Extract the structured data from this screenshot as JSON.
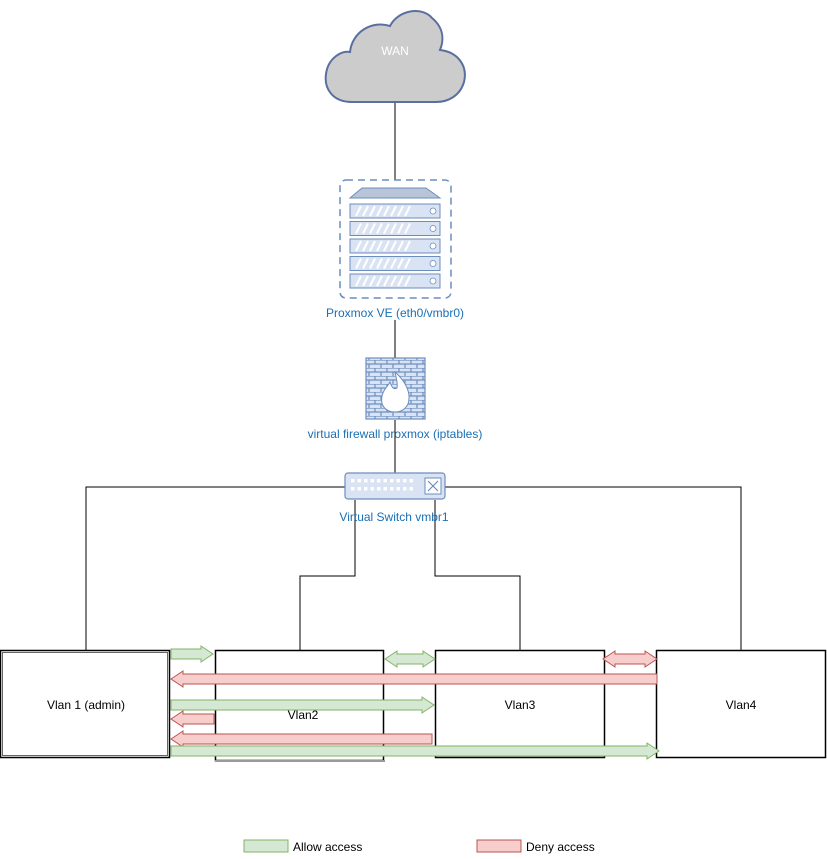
{
  "wan": {
    "label": "WAN"
  },
  "proxmox": {
    "label": "Proxmox VE (eth0/vmbr0)"
  },
  "firewall": {
    "label": "virtual firewall proxmox (iptables)"
  },
  "switch": {
    "label": "Virtual Switch vmbr1"
  },
  "vlans": [
    {
      "label": "Vlan 1 (admin)"
    },
    {
      "label": "Vlan2"
    },
    {
      "label": "Vlan3"
    },
    {
      "label": "Vlan4"
    }
  ],
  "legend": {
    "allow": {
      "label": "Allow access",
      "color": "#d5e8d4",
      "stroke": "#82b366"
    },
    "deny": {
      "label": "Deny access",
      "color": "#f8cecc",
      "stroke": "#b85450"
    }
  },
  "colors": {
    "label_blue": "#1a6fb5",
    "device_blue": "#6c8ebf",
    "device_fill": "#dae3f3",
    "cloud_fill": "#cccccc",
    "cloud_stroke": "#5a6fa0"
  }
}
